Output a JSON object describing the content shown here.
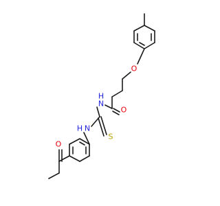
{
  "colors": {
    "bond": "#1a1a1a",
    "oxygen": "#e8000b",
    "nitrogen": "#2222dd",
    "sulfur": "#b8a400",
    "background": "#ffffff"
  },
  "atom_labels": {
    "ether_oxygen": "O",
    "amide_oxygen": "O",
    "amide_nitrogen": "N",
    "amide_nitrogen_h": "H",
    "thiourea_nitrogen": "N",
    "thiourea_nitrogen_h": "H",
    "sulfur": "S",
    "ketone_oxygen": "O"
  }
}
